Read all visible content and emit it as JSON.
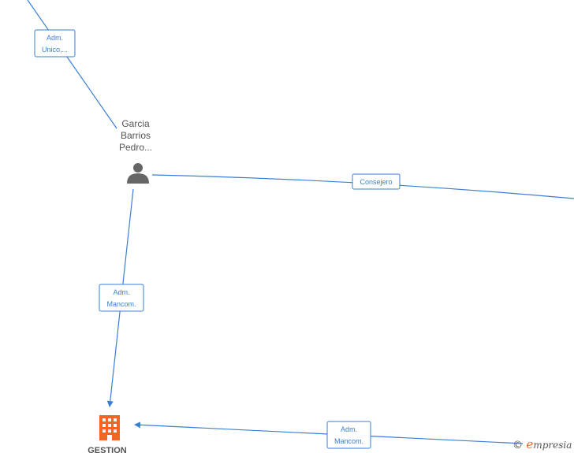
{
  "nodes": {
    "person": {
      "name_lines": [
        "Garcia",
        "Barrios",
        "Pedro..."
      ]
    },
    "company": {
      "name": "GESTION"
    }
  },
  "edges": {
    "top_to_person": {
      "label_lines": [
        "Adm.",
        "Unico,..."
      ]
    },
    "person_to_right": {
      "label_lines": [
        "Consejero"
      ]
    },
    "person_to_company": {
      "label_lines": [
        "Adm.",
        "Mancom."
      ]
    },
    "right_to_company": {
      "label_lines": [
        "Adm.",
        "Mancom."
      ]
    }
  },
  "watermark": {
    "symbol": "©",
    "brand_initial": "e",
    "brand_rest": "mpresia"
  },
  "colors": {
    "edge": "#3a7fd5",
    "company_icon": "#f26522",
    "person_icon": "#666666"
  }
}
